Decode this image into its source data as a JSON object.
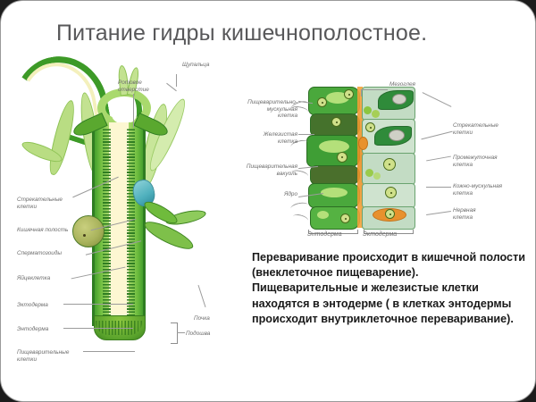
{
  "slide": {
    "title": "Питание гидры кишечнополостное.",
    "body_text": "Переваривание происходит в кишечной полости (внеклеточное пищеварение).\nПищеварительные и железистые клетки находятся в энтодерме ( в клетках энтодермы происходит внутриклеточное переваривание).",
    "background_color": "#ffffff",
    "title_color": "#58585a",
    "accent_green": "#4f9e2f",
    "label_color": "#6d6d6d"
  },
  "hydra_diagram": {
    "caption_labels": [
      {
        "id": "tentacles",
        "text": "Щупальца"
      },
      {
        "id": "mouth-opening",
        "text": "Ротовое\nотверстие"
      },
      {
        "id": "stinging-cells",
        "text": "Стрекательные\nклетки"
      },
      {
        "id": "gastric-cavity",
        "text": "Кишечная полость"
      },
      {
        "id": "spermatozoa",
        "text": "Сперматозоиды"
      },
      {
        "id": "egg-cell",
        "text": "Яйцеклетка"
      },
      {
        "id": "ectoderm",
        "text": "Эктодерма"
      },
      {
        "id": "endoderm",
        "text": "Энтодерма"
      },
      {
        "id": "digestive-cells",
        "text": "Пищеварительные\nклетки"
      },
      {
        "id": "bud",
        "text": "Почка"
      },
      {
        "id": "sole",
        "text": "Подошва"
      }
    ]
  },
  "cell_layers_diagram": {
    "left_labels": [
      {
        "id": "digestive-muscular-cell",
        "text": "Пищеварительно-\nмускульная\nклетка"
      },
      {
        "id": "gland-cell",
        "text": "Железистая\nклетка"
      },
      {
        "id": "digestive-vacuole",
        "text": "Пищеварительная\nвакуоль"
      },
      {
        "id": "nucleus",
        "text": "Ядро"
      }
    ],
    "top_label": {
      "id": "mesoglea",
      "text": "Мезоглея"
    },
    "right_labels": [
      {
        "id": "stinging-cells",
        "text": "Стрекательные\nклетки"
      },
      {
        "id": "intermediate-cell",
        "text": "Промежуточная\nклетка"
      },
      {
        "id": "epithelial-muscular-cell",
        "text": "Кожно-мускульная\nклетка"
      },
      {
        "id": "nerve-cell",
        "text": "Нервная\nклетка"
      }
    ],
    "bottom_captions": [
      {
        "id": "endoderm",
        "text": "Энтодерма"
      },
      {
        "id": "ectoderm",
        "text": "Эктодерма"
      }
    ]
  }
}
